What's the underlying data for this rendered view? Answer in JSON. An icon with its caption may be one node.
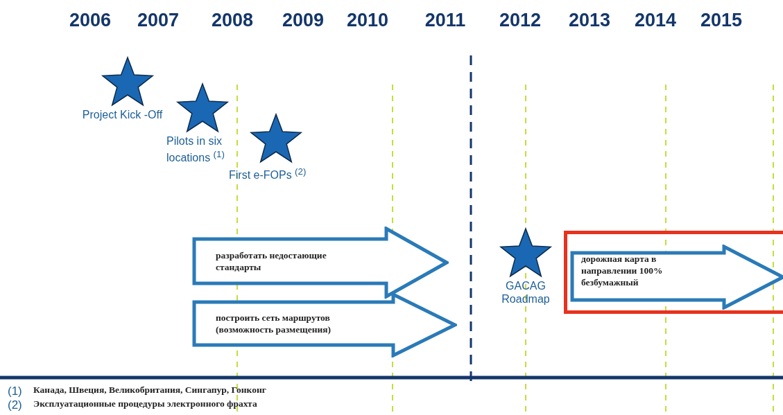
{
  "diagram": {
    "nodes": [
      {
        "text": [
          "Project Kick -Off"
        ]
      },
      {
        "text": [
          "Pilots in six locations $^{(1)}$"
        ]
      },
      {
        "text": [
          "First e-FOPs $^{(2)}$"
        ]
      },
      {
        "text": [
          "разработать недостающие стандарты"
        ]
      },
      {
        "text": [
          "построить сеть маршрутов (возможность размещения)"
        ]
      },
      {
        "text": [
          "GACAG Roadmap"
        ]
      },
      {
        "text": [],
        "shape": "box"
      },
      {
        "text": [
          "дорожная карта в направлении 100% безбумажный"
        ],
        "in": 6
      }
    ],
    "edges": [],
    "labels": [
      "2006",
      "2007",
      "2008",
      "2009",
      "2010",
      "2011",
      "2012",
      "2013",
      "2014",
      "2015",
      "(1)",
      "Канада, Швеция, Великобритания, Сингапур, Гонконг",
      "(2)",
      "Эксплуатационные процедуры электронного фрахта"
    ]
  }
}
